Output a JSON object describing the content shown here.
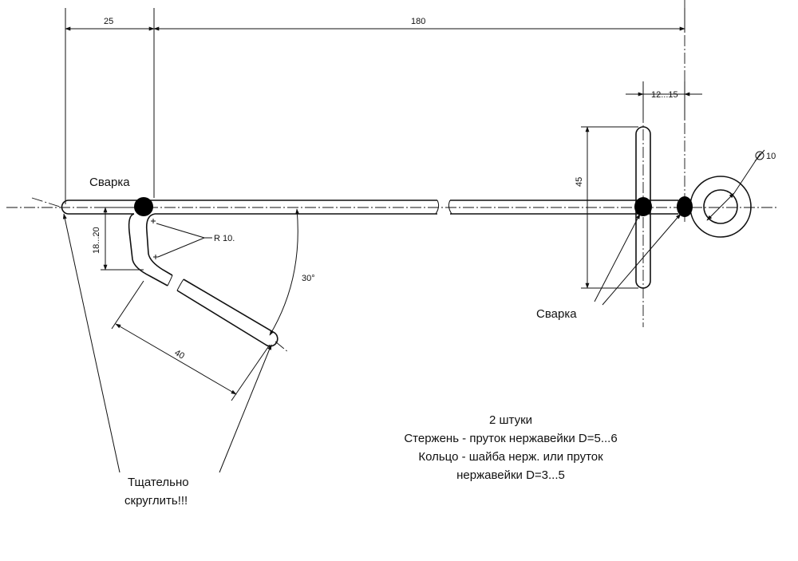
{
  "dimensions": {
    "d25": "25",
    "d180": "180",
    "d12_15": "12...15",
    "d45": "45",
    "d18_20": "18...20",
    "radius": "R 10.",
    "angle": "30°",
    "d40": "40",
    "dia10": "10"
  },
  "labels": {
    "weld_left": "Сварка",
    "weld_right": "Сварка",
    "round_line1": "Тщательно",
    "round_line2": "скруглить!!!"
  },
  "notes": {
    "quantity": "2 штуки",
    "rod": "Стержень - пруток нержавейки D=5...6",
    "ring_line1": "Кольцо - шайба нерж. или пруток",
    "ring_line2": "нержавейки D=3...5"
  },
  "icons": {
    "diameter_symbol": "diameter-icon"
  }
}
